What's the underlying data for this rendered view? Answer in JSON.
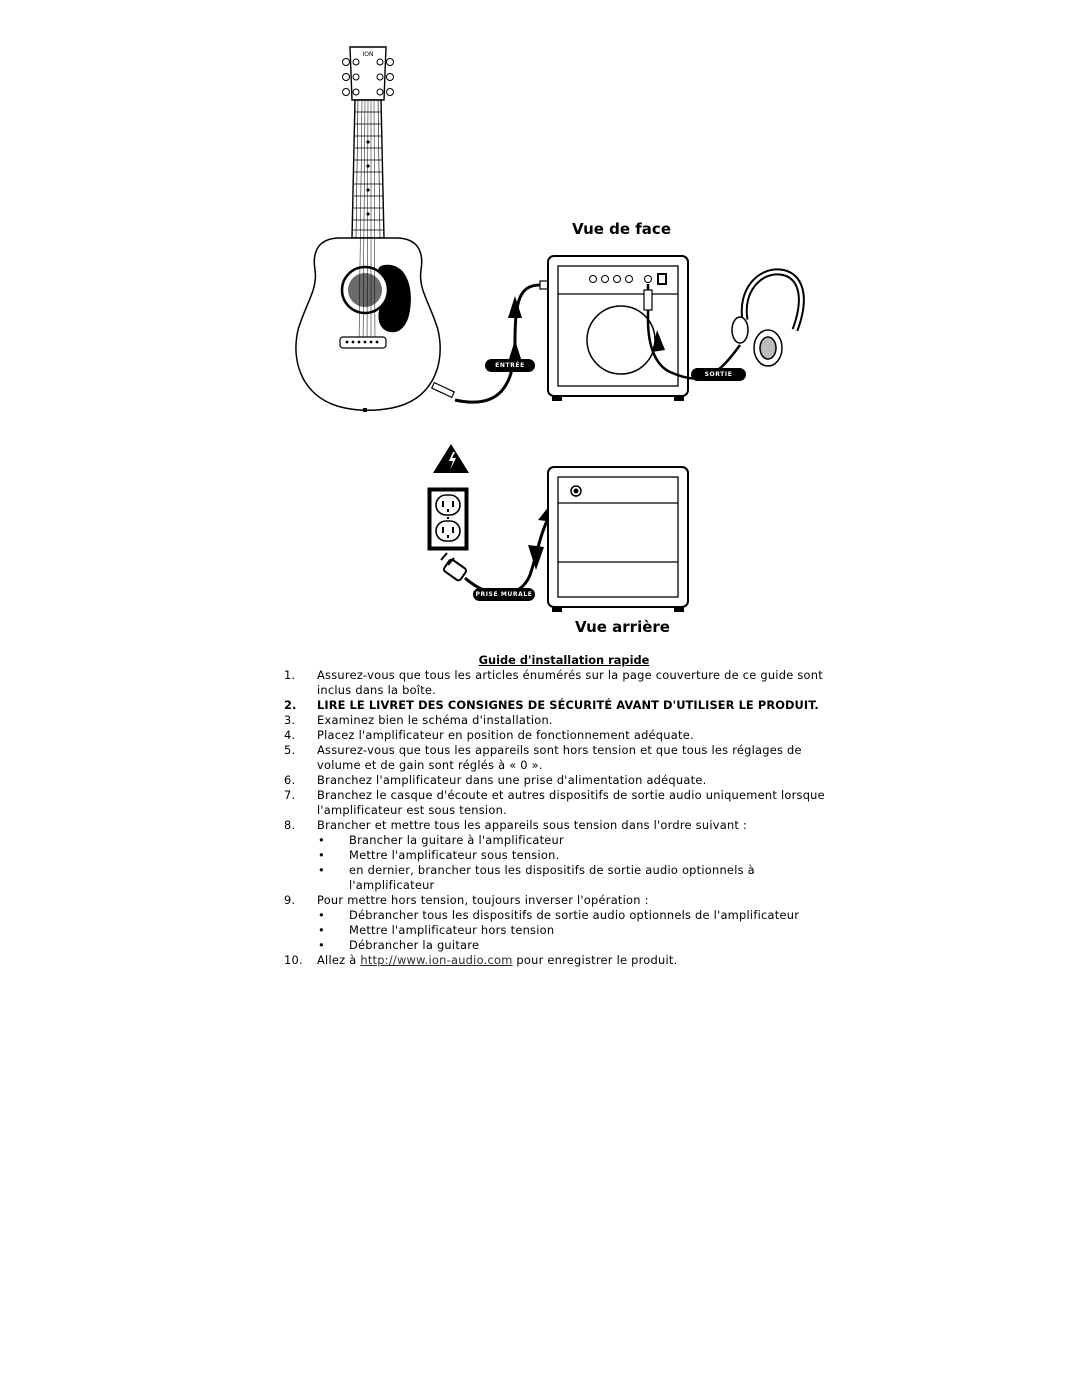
{
  "front": {
    "title": "Vue de face",
    "guitar_brand": "ION",
    "entree_label": "ENTRÉE",
    "sortie_label": "SORTIE"
  },
  "rear": {
    "title": "Vue arrière",
    "outlet_label": "PRISE MURALE"
  },
  "guide": {
    "heading": "Guide d'installation rapide",
    "items": [
      {
        "num": "1.",
        "text": "Assurez-vous que tous les articles énumérés sur la page couverture de ce guide sont inclus dans la boîte."
      },
      {
        "num": "2.",
        "text": "LIRE LE LIVRET DES CONSIGNES DE SÉCURITÉ AVANT D'UTILISER LE PRODUIT."
      },
      {
        "num": "3.",
        "text": "Examinez bien le schéma d'installation."
      },
      {
        "num": "4.",
        "text": "Placez l'amplificateur en position de fonctionnement adéquate."
      },
      {
        "num": "5.",
        "text": "Assurez-vous que tous les appareils sont hors tension et que tous les réglages de volume et de gain sont réglés à « 0 »."
      },
      {
        "num": "6.",
        "text": "Branchez l'amplificateur dans une prise d'alimentation adéquate."
      },
      {
        "num": "7.",
        "text": "Branchez le casque d'écoute et autres dispositifs de sortie audio uniquement lorsque l'amplificateur est sous tension."
      },
      {
        "num": "8.",
        "text": "Brancher et mettre tous les appareils sous tension dans l'ordre suivant :"
      },
      {
        "bullets8": [
          "Brancher la guitare à l'amplificateur",
          "Mettre l'amplificateur sous tension.",
          "en dernier, brancher tous les dispositifs de sortie audio optionnels à l'amplificateur"
        ]
      },
      {
        "num": "9.",
        "text": "Pour mettre hors tension, toujours inverser l'opération :"
      },
      {
        "bullets9": [
          "Débrancher tous les dispositifs de sortie audio optionnels de l'amplificateur",
          "Mettre l'amplificateur hors tension",
          "Débrancher la guitare"
        ]
      },
      {
        "num": "10.",
        "text_before": "Allez à",
        "link": "http://www.ion-audio.com",
        "text_after": "pour enregistrer le produit."
      }
    ]
  }
}
